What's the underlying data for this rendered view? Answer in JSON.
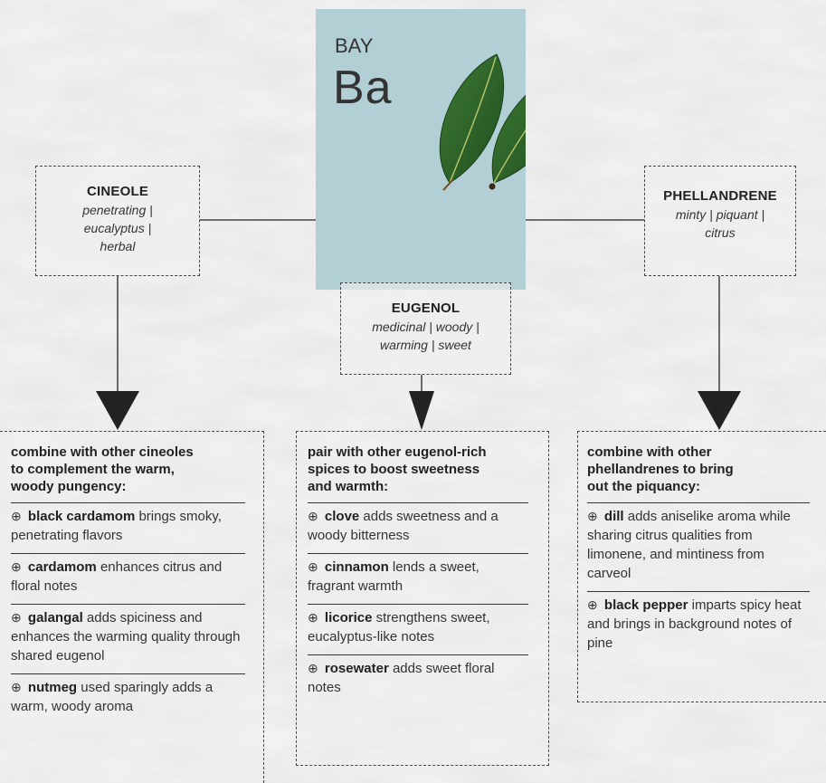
{
  "tile": {
    "name": "BAY",
    "symbol": "Ba",
    "tile_color": "#b3cfd6"
  },
  "compounds": [
    {
      "id": "cineole",
      "name": "CINEOLE",
      "descriptors": [
        "penetrating |",
        "eucalyptus |",
        "herbal"
      ]
    },
    {
      "id": "eugenol",
      "name": "EUGENOL",
      "descriptors": [
        "medicinal | woody |",
        "warming | sweet"
      ]
    },
    {
      "id": "phellandrene",
      "name": "PHELLANDRENE",
      "descriptors": [
        "minty | piquant |",
        "citrus"
      ]
    }
  ],
  "pairings": [
    {
      "id": "cineole",
      "heading": [
        "combine with other cineoles",
        "to complement the warm,",
        "woody pungency:"
      ],
      "items": [
        {
          "spice": "black cardamom",
          "text": " brings smoky, penetrating flavors"
        },
        {
          "spice": "cardamom",
          "text": " enhances citrus and floral notes"
        },
        {
          "spice": "galangal",
          "text": " adds spiciness and enhances the warming quality through shared eugenol"
        },
        {
          "spice": "nutmeg",
          "text": " used sparingly adds a warm, woody aroma"
        }
      ]
    },
    {
      "id": "eugenol",
      "heading": [
        "pair with other eugenol-rich",
        "spices to boost sweetness",
        "and warmth:"
      ],
      "items": [
        {
          "spice": "clove",
          "text": " adds sweetness and a woody bitterness"
        },
        {
          "spice": "cinnamon",
          "text": " lends a sweet, fragrant warmth"
        },
        {
          "spice": "licorice",
          "text": " strengthens sweet, eucalyptus-like notes"
        },
        {
          "spice": "rosewater",
          "text": " adds sweet floral notes"
        }
      ]
    },
    {
      "id": "phellandrene",
      "heading": [
        "combine with other",
        "phellandrenes to bring",
        "out the piquancy:"
      ],
      "items": [
        {
          "spice": "dill",
          "text": " adds aniselike aroma while sharing citrus qualities from limonene, and mintiness from carveol"
        },
        {
          "spice": "black pepper",
          "text": " imparts spicy heat and brings in background notes of pine"
        }
      ]
    }
  ],
  "item_marker": "⊕",
  "colors": {
    "leaf": "#2f6a2a",
    "leaf_dark": "#1d4a1c",
    "vein": "#b9c76a",
    "line": "#222222"
  }
}
